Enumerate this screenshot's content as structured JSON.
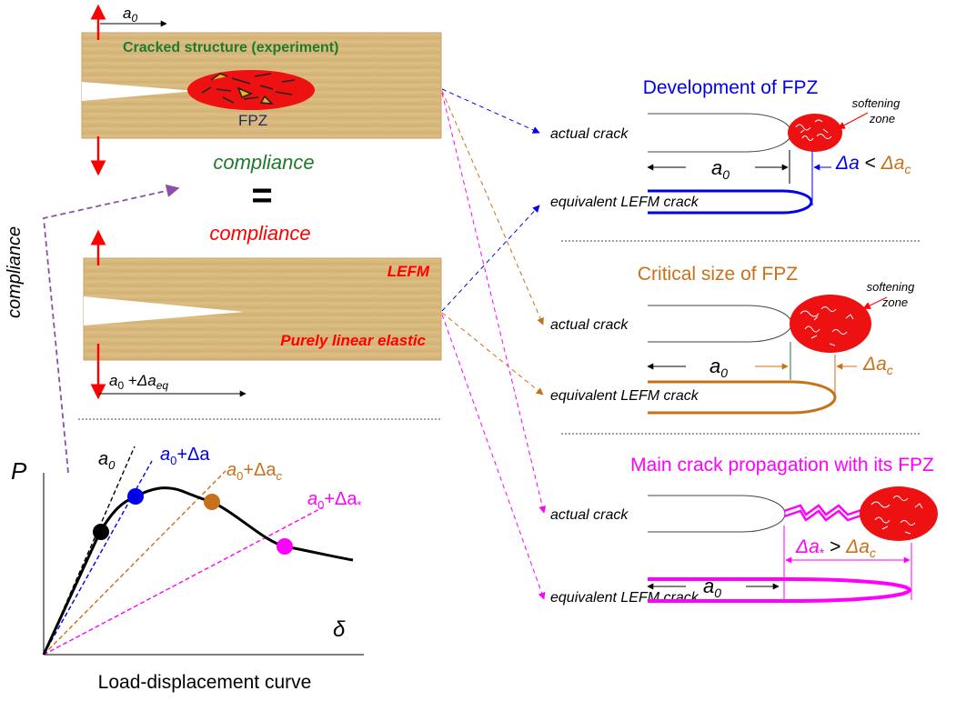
{
  "colors": {
    "wood": "#d9b97f",
    "wood_dark": "#c9a265",
    "red": "#ff0000",
    "blue": "#0000ee",
    "orange": "#c8701a",
    "magenta": "#ff00ff",
    "green": "#1e7a2e",
    "purple": "#8e4fa8",
    "fpz_red": "#ee1111",
    "navy": "#1f2a5c"
  },
  "top_box": {
    "title": "Cracked structure (experiment)",
    "fpz_label": "FPZ",
    "a0_base": "a",
    "a0_sub": "0"
  },
  "middle": {
    "compliance_top": "compliance",
    "equals": "=",
    "compliance_bottom": "compliance"
  },
  "bottom_box": {
    "lefm": "LEFM",
    "linear": "Purely linear elastic",
    "label_base": "a",
    "label_sub": "0",
    "label_plus": " +",
    "label_delta": "Δa",
    "label_delta_sub": "eq"
  },
  "side_label": "compliance",
  "chart": {
    "y_label": "P",
    "x_label": "δ",
    "caption": "Load-displacement curve",
    "lines": {
      "a0": {
        "base": "a",
        "sub": "0"
      },
      "blue": {
        "base": "a",
        "sub": "0",
        "rest": "+Δa"
      },
      "orange": {
        "base": "a",
        "sub": "0",
        "rest": "+Δa",
        "rest_sub": "c"
      },
      "magenta": {
        "base": "a",
        "sub": "0",
        "rest": "+Δa",
        "rest_sub": "*"
      }
    }
  },
  "panel1": {
    "title": "Development of FPZ",
    "softening": "softening",
    "zone": "zone",
    "actual": "actual crack",
    "equivalent": "equivalent LEFM crack",
    "a0_base": "a",
    "a0_sub": "0",
    "delta_a": "Δa",
    "lt": " < ",
    "delta_ac": "Δa",
    "delta_ac_sub": "c"
  },
  "panel2": {
    "title": "Critical size of FPZ",
    "softening": "softening",
    "zone": "zone",
    "actual": "actual crack",
    "equivalent": "equivalent LEFM crack",
    "a0_base": "a",
    "a0_sub": "0",
    "delta_ac": "Δa",
    "delta_ac_sub": "c"
  },
  "panel3": {
    "title": "Main crack propagation with its FPZ",
    "actual": "actual crack",
    "equivalent": "equivalent LEFM crack",
    "a0_base": "a",
    "a0_sub": "0",
    "delta_star": "Δa",
    "delta_star_sub": "*",
    "gt": " > ",
    "delta_ac": "Δa",
    "delta_ac_sub": "c"
  }
}
